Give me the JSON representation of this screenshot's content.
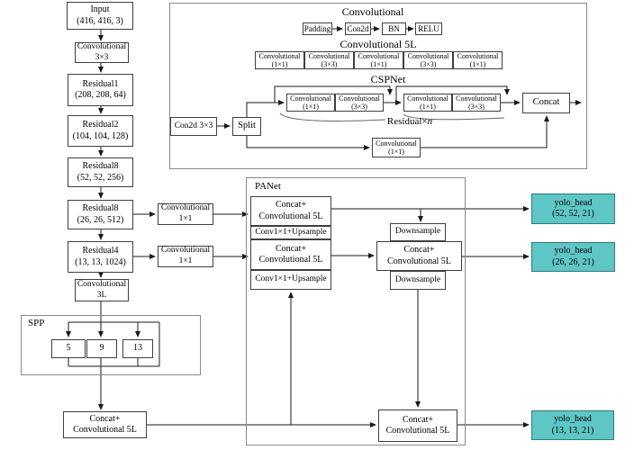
{
  "colors": {
    "teal_fill": "#5EC6C4",
    "teal_border": "#2F7B79",
    "box_border": "#3F3F3F",
    "container_border": "#8A8A8A",
    "line": "#1A1A1A"
  },
  "backbone": {
    "input": {
      "l1": "Input",
      "l2": "(416, 416, 3)"
    },
    "conv3x3": {
      "l1": "Convolutional",
      "l2": "3×3"
    },
    "residual1": {
      "l1": "Residual1",
      "l2": "(208, 208, 64)"
    },
    "residual2": {
      "l1": "Residual2",
      "l2": "(104, 104, 128)"
    },
    "residual8_52": {
      "l1": "Residual8",
      "l2": "(52, 52, 256)"
    },
    "residual8_26": {
      "l1": "Residual8",
      "l2": "(26, 26, 512)"
    },
    "residual4": {
      "l1": "Residual4",
      "l2": "(13, 13, 1024)"
    },
    "conv3l": {
      "l1": "Convolutional",
      "l2": "3L"
    },
    "concat5l": {
      "l1": "Concat+",
      "l2": "Convolutional 5L"
    }
  },
  "spp": {
    "title": "SPP",
    "pool5": "5",
    "pool9": "9",
    "pool13": "13"
  },
  "neck_convs": {
    "conv1x1_top": {
      "l1": "Convolutional",
      "l2": "1×1"
    },
    "conv1x1_bottom": {
      "l1": "Convolutional",
      "l2": "1×1"
    }
  },
  "legend": {
    "conv_title": "Convolutional",
    "conv_flow": {
      "padding": "Padding",
      "con2d": "Con2d",
      "bn": "BN",
      "relu": "RELU"
    },
    "conv5l_title": "Convolutional 5L",
    "conv5l_boxes": [
      {
        "l1": "Convolutional",
        "l2": "(1×1)"
      },
      {
        "l1": "Convolutional",
        "l2": "(3×3)"
      },
      {
        "l1": "Convolutional",
        "l2": "(1×1)"
      },
      {
        "l1": "Convolutional",
        "l2": "(3×3)"
      },
      {
        "l1": "Convolutional",
        "l2": "(1×1)"
      }
    ],
    "cspnet_title": "CSPNet",
    "con2d3x3": "Con2d 3×3",
    "split": "Split",
    "res_pair1": [
      {
        "l1": "Convolutional",
        "l2": "(1×1)"
      },
      {
        "l1": "Convolutional",
        "l2": "(3×3)"
      }
    ],
    "res_pair2": [
      {
        "l1": "Convolutional",
        "l2": "(1×1)"
      },
      {
        "l1": "Convolutional",
        "l2": "(3×3)"
      }
    ],
    "residual_n_prefix": "Residual×",
    "residual_n_var": "n",
    "csp_conv1x1": {
      "l1": "Convolutional",
      "l2": "(1×1)"
    },
    "concat": "Concat"
  },
  "panet": {
    "title": "PANet",
    "block1": {
      "l1": "Concat+",
      "l2": "Convolutional 5L"
    },
    "upsample1": "Conv1×1+Upsample",
    "block2": {
      "l1": "Concat+",
      "l2": "Convolutional 5L"
    },
    "upsample2": "Conv1×1+Upsample",
    "downsample_top": "Downsample",
    "block_mid": {
      "l1": "Concat+",
      "l2": "Convolutional 5L"
    },
    "downsample_bottom": "Downsample",
    "block_bottom": {
      "l1": "Concat+",
      "l2": "Convolutional 5L"
    }
  },
  "heads": {
    "yolo52": {
      "l1": "yolo_head",
      "l2": "(52, 52, 21)"
    },
    "yolo26": {
      "l1": "yolo_head",
      "l2": "(26, 26, 21)"
    },
    "yolo13": {
      "l1": "yolo_head",
      "l2": "(13, 13, 21)"
    }
  }
}
